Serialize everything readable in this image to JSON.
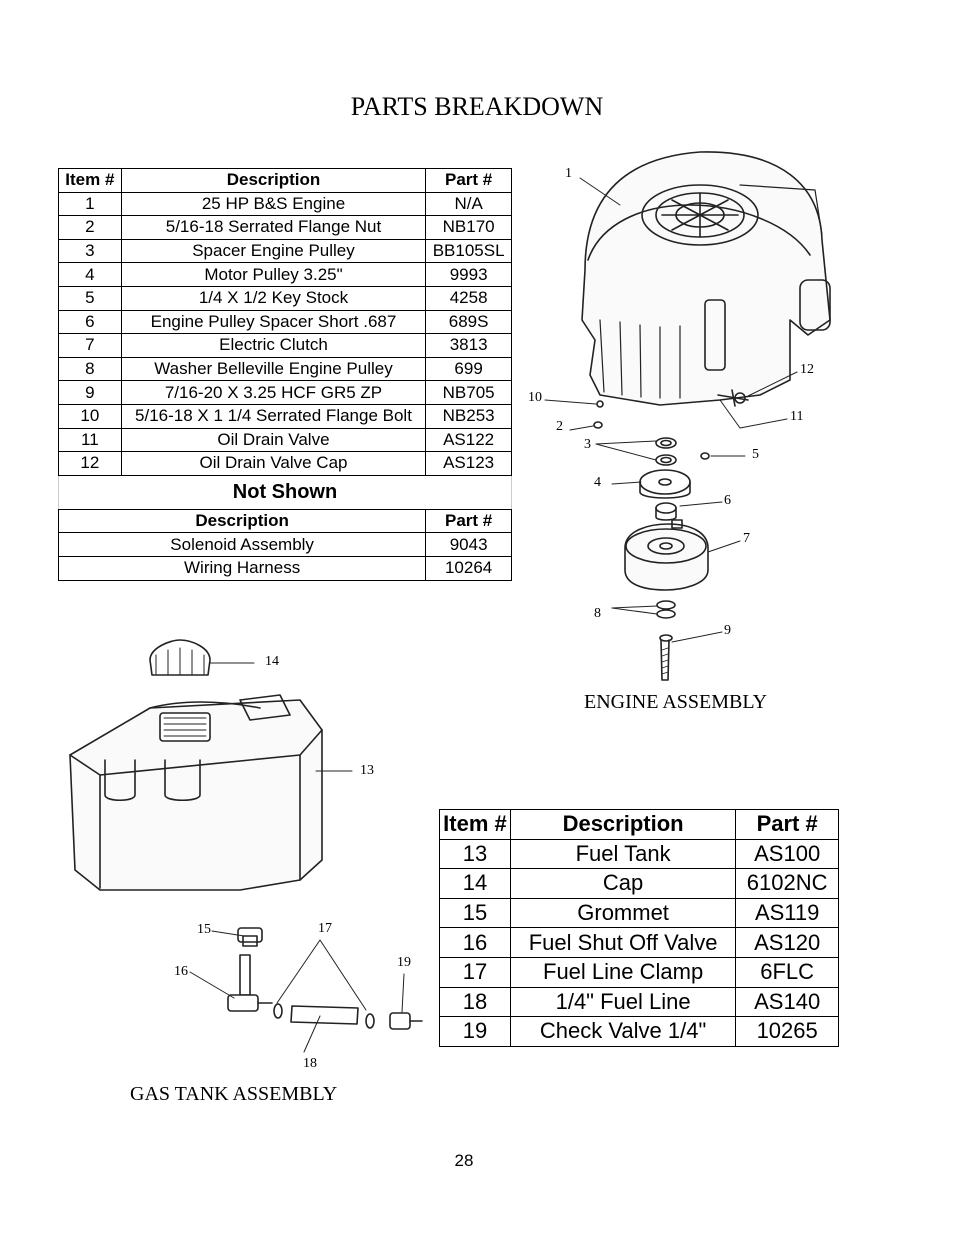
{
  "page_title": "PARTS BREAKDOWN",
  "engine_table": {
    "headers": [
      "Item #",
      "Description",
      "Part #"
    ],
    "rows": [
      [
        "1",
        "25 HP B&S Engine",
        "N/A"
      ],
      [
        "2",
        "5/16-18 Serrated Flange Nut",
        "NB170"
      ],
      [
        "3",
        "Spacer Engine Pulley",
        "BB105SL"
      ],
      [
        "4",
        "Motor Pulley 3.25\"",
        "9993"
      ],
      [
        "5",
        "1/4 X 1/2 Key Stock",
        "4258"
      ],
      [
        "6",
        "Engine Pulley Spacer Short .687",
        "689S"
      ],
      [
        "7",
        "Electric Clutch",
        "3813"
      ],
      [
        "8",
        "Washer Belleville Engine Pulley",
        "699"
      ],
      [
        "9",
        "7/16-20 X 3.25 HCF GR5 ZP",
        "NB705"
      ],
      [
        "10",
        "5/16-18 X 1 1/4 Serrated Flange Bolt",
        "NB253"
      ],
      [
        "11",
        "Oil Drain Valve",
        "AS122"
      ],
      [
        "12",
        "Oil Drain Valve Cap",
        "AS123"
      ]
    ]
  },
  "not_shown": {
    "title": "Not Shown",
    "headers": [
      "Description",
      "Part #"
    ],
    "rows": [
      [
        "Solenoid Assembly",
        "9043"
      ],
      [
        "Wiring Harness",
        "10264"
      ]
    ]
  },
  "fuel_table": {
    "headers": [
      "Item #",
      "Description",
      "Part #"
    ],
    "rows": [
      [
        "13",
        "Fuel Tank",
        "AS100"
      ],
      [
        "14",
        "Cap",
        "6102NC"
      ],
      [
        "15",
        "Grommet",
        "AS119"
      ],
      [
        "16",
        "Fuel Shut Off Valve",
        "AS120"
      ],
      [
        "17",
        "Fuel Line Clamp",
        "6FLC"
      ],
      [
        "18",
        "1/4\" Fuel Line",
        "AS140"
      ],
      [
        "19",
        "Check Valve 1/4\"",
        "10265"
      ]
    ]
  },
  "engine_callouts": {
    "c1": "1",
    "c2": "2",
    "c3": "3",
    "c4": "4",
    "c5": "5",
    "c6": "6",
    "c7": "7",
    "c8": "8",
    "c9": "9",
    "c10": "10",
    "c11": "11",
    "c12": "12"
  },
  "tank_callouts": {
    "c13": "13",
    "c14": "14",
    "c15": "15",
    "c16": "16",
    "c17": "17",
    "c18": "18",
    "c19": "19"
  },
  "engine_caption": "ENGINE ASSEMBLY",
  "tank_caption": "GAS TANK ASSEMBLY",
  "page_number": "28"
}
